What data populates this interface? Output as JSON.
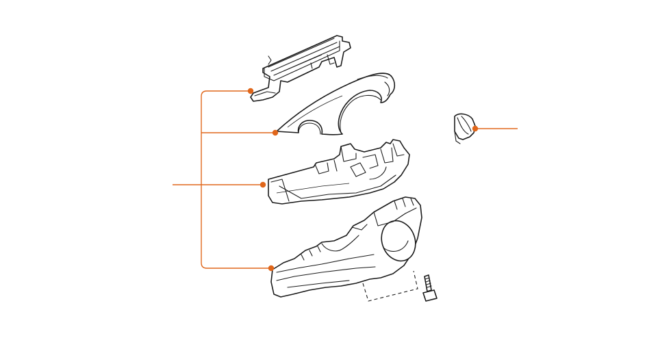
{
  "diagram": {
    "type": "exploded-parts-illustration",
    "background_color": "#ffffff",
    "line_color": "#1a1a1a",
    "callout_color": "#e0661a",
    "parts": [
      {
        "name": "upper-trim-bracket",
        "label": ""
      },
      {
        "name": "upper-column-cover",
        "label": ""
      },
      {
        "name": "middle-column-cover",
        "label": ""
      },
      {
        "name": "lower-column-cover",
        "label": ""
      },
      {
        "name": "clip-ring",
        "label": ""
      },
      {
        "name": "screw",
        "label": ""
      }
    ],
    "callouts": [
      {
        "name": "callout-left-group",
        "label": ""
      },
      {
        "name": "callout-clip",
        "label": ""
      }
    ]
  }
}
